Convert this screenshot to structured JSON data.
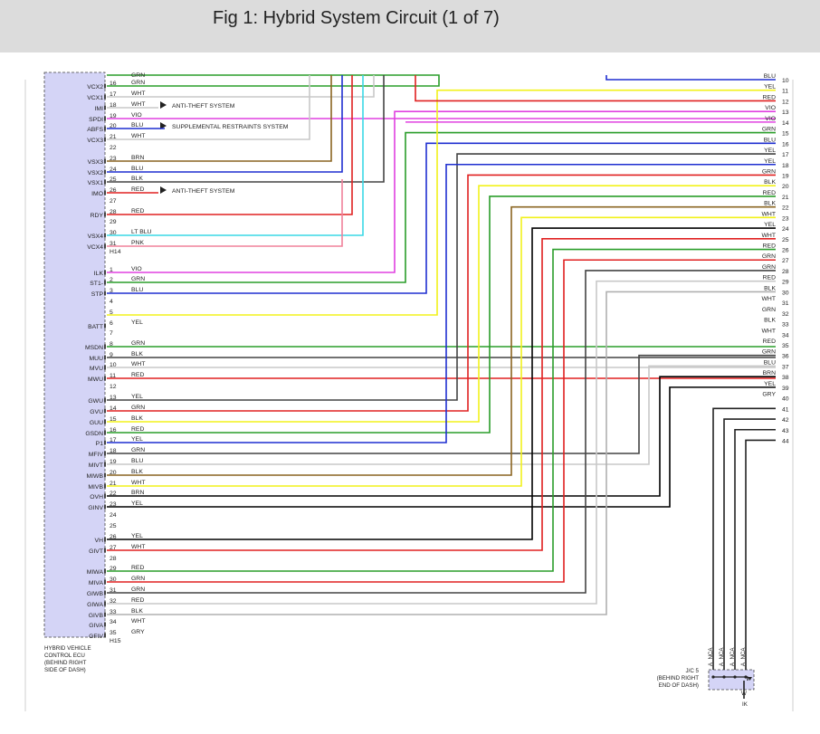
{
  "title": "Fig 1: Hybrid System Circuit (1 of 7)",
  "ecu": {
    "label_lines": [
      "HYBRID VEHICLE",
      "CONTROL ECU",
      "(BEHIND RIGHT",
      "SIDE OF DASH)"
    ],
    "connector_h14": "H14",
    "connector_h15": "H15"
  },
  "colors": {
    "GRN": "#2a9d2a",
    "WHT": "#c8c8c8",
    "VIO": "#e040e0",
    "BLU": "#1f2fd0",
    "BRN": "#8a6420",
    "BLK": "#444444",
    "RED": "#e02020",
    "LT BLU": "#3ad8e6",
    "PNK": "#f0809a",
    "YEL": "#f2f21a",
    "GRY": "#b0b0b0"
  },
  "top_stubs": [
    "GRN"
  ],
  "pins": [
    {
      "n": "16",
      "name": "VCX2",
      "c": "GRN",
      "r": "L"
    },
    {
      "n": "17",
      "name": "VCX1",
      "c": "WHT",
      "r": "L"
    },
    {
      "n": "18",
      "name": "IMI",
      "c": "WHT",
      "r": "L"
    },
    {
      "n": "19",
      "name": "SPDI",
      "c": "VIO",
      "r": "R",
      "rc": "13"
    },
    {
      "n": "20",
      "name": "ABFS",
      "c": "BLU",
      "r": "L"
    },
    {
      "n": "21",
      "name": "VCX3",
      "c": "WHT",
      "r": "L"
    },
    {
      "n": "22",
      "name": "",
      "c": "",
      "r": ""
    },
    {
      "n": "23",
      "name": "VSX3",
      "c": "BRN",
      "r": "L"
    },
    {
      "n": "24",
      "name": "VSX2",
      "c": "BLU",
      "r": "L"
    },
    {
      "n": "25",
      "name": "VSX1",
      "c": "BLK",
      "r": "L"
    },
    {
      "n": "26",
      "name": "IMO",
      "c": "RED",
      "r": "L"
    },
    {
      "n": "27",
      "name": "",
      "c": "",
      "r": ""
    },
    {
      "n": "28",
      "name": "RDY",
      "c": "RED",
      "r": "L"
    },
    {
      "n": "29",
      "name": "",
      "c": "",
      "r": ""
    },
    {
      "n": "30",
      "name": "VSX4",
      "c": "LT BLU",
      "r": "L"
    },
    {
      "n": "31",
      "name": "VCX4",
      "c": "PNK",
      "r": "L"
    },
    {
      "n": "1",
      "name": "ILK",
      "c": "VIO",
      "r": "L"
    },
    {
      "n": "2",
      "name": "ST1-",
      "c": "GRN",
      "r": "L"
    },
    {
      "n": "3",
      "name": "STP",
      "c": "BLU",
      "r": "L"
    },
    {
      "n": "4",
      "name": "",
      "c": "",
      "r": ""
    },
    {
      "n": "5",
      "name": "",
      "c": "",
      "r": ""
    },
    {
      "n": "6",
      "name": "BATT",
      "c": "YEL",
      "r": "L"
    },
    {
      "n": "7",
      "name": "",
      "c": "",
      "r": ""
    },
    {
      "n": "8",
      "name": "MSDN",
      "c": "GRN",
      "r": "R",
      "rc": "32"
    },
    {
      "n": "9",
      "name": "MUU",
      "c": "BLK",
      "r": "R",
      "rc": "33"
    },
    {
      "n": "10",
      "name": "MVU",
      "c": "WHT",
      "r": "R",
      "rc": "34"
    },
    {
      "n": "11",
      "name": "MWU",
      "c": "RED",
      "r": "R",
      "rc": "35"
    },
    {
      "n": "12",
      "name": "",
      "c": "",
      "r": ""
    },
    {
      "n": "13",
      "name": "GWU",
      "c": "YEL",
      "r": "L"
    },
    {
      "n": "14",
      "name": "GVU",
      "c": "GRN",
      "r": "L"
    },
    {
      "n": "15",
      "name": "GUU",
      "c": "BLK",
      "r": "L"
    },
    {
      "n": "16",
      "name": "GSDN",
      "c": "RED",
      "r": "L"
    },
    {
      "n": "17",
      "name": "P1",
      "c": "YEL",
      "r": "L"
    },
    {
      "n": "18",
      "name": "MFIV",
      "c": "GRN",
      "r": "L"
    },
    {
      "n": "19",
      "name": "MIVT",
      "c": "BLU",
      "r": "L"
    },
    {
      "n": "20",
      "name": "MIWB",
      "c": "BLK",
      "r": "L"
    },
    {
      "n": "21",
      "name": "MIVB",
      "c": "WHT",
      "r": "L"
    },
    {
      "n": "22",
      "name": "OVH",
      "c": "BRN",
      "r": "L"
    },
    {
      "n": "23",
      "name": "GINV",
      "c": "YEL",
      "r": "L"
    },
    {
      "n": "24",
      "name": "",
      "c": "",
      "r": ""
    },
    {
      "n": "25",
      "name": "",
      "c": "",
      "r": ""
    },
    {
      "n": "26",
      "name": "VH",
      "c": "YEL",
      "r": "L"
    },
    {
      "n": "27",
      "name": "GIVT",
      "c": "WHT",
      "r": "L"
    },
    {
      "n": "28",
      "name": "",
      "c": "",
      "r": ""
    },
    {
      "n": "29",
      "name": "MIWA",
      "c": "RED",
      "r": "L"
    },
    {
      "n": "30",
      "name": "MIVA",
      "c": "GRN",
      "r": "L"
    },
    {
      "n": "31",
      "name": "GIWB",
      "c": "GRN",
      "r": "L"
    },
    {
      "n": "32",
      "name": "GIWA",
      "c": "RED",
      "r": "L"
    },
    {
      "n": "33",
      "name": "GIVB",
      "c": "BLK",
      "r": "L"
    },
    {
      "n": "34",
      "name": "GIVA",
      "c": "WHT",
      "r": "L"
    },
    {
      "n": "35",
      "name": "GFIV",
      "c": "GRY",
      "r": "L"
    }
  ],
  "right_pins": [
    {
      "n": "10",
      "c": "BLU"
    },
    {
      "n": "11",
      "c": "YEL"
    },
    {
      "n": "12",
      "c": "RED"
    },
    {
      "n": "13",
      "c": "VIO"
    },
    {
      "n": "14",
      "c": "VIO"
    },
    {
      "n": "15",
      "c": "GRN"
    },
    {
      "n": "16",
      "c": "BLU"
    },
    {
      "n": "17",
      "c": "YEL"
    },
    {
      "n": "18",
      "c": "YEL"
    },
    {
      "n": "19",
      "c": "GRN"
    },
    {
      "n": "20",
      "c": "BLK"
    },
    {
      "n": "21",
      "c": "RED"
    },
    {
      "n": "22",
      "c": "BLK"
    },
    {
      "n": "23",
      "c": "WHT"
    },
    {
      "n": "24",
      "c": "YEL"
    },
    {
      "n": "25",
      "c": "WHT"
    },
    {
      "n": "26",
      "c": "RED"
    },
    {
      "n": "27",
      "c": "GRN"
    },
    {
      "n": "28",
      "c": "GRN"
    },
    {
      "n": "29",
      "c": "RED"
    },
    {
      "n": "30",
      "c": "BLK"
    },
    {
      "n": "31",
      "c": "WHT"
    },
    {
      "n": "32",
      "c": "GRN"
    },
    {
      "n": "33",
      "c": "BLK"
    },
    {
      "n": "34",
      "c": "WHT"
    },
    {
      "n": "35",
      "c": "RED"
    },
    {
      "n": "36",
      "c": "GRN"
    },
    {
      "n": "37",
      "c": "BLU"
    },
    {
      "n": "38",
      "c": "BRN"
    },
    {
      "n": "39",
      "c": "YEL"
    },
    {
      "n": "40",
      "c": "GRY"
    },
    {
      "n": "41",
      "c": "NCA"
    },
    {
      "n": "42",
      "c": "NCA"
    },
    {
      "n": "43",
      "c": "NCA"
    },
    {
      "n": "44",
      "c": "NCA"
    }
  ],
  "links": [
    {
      "from": "18",
      "to": "ANTI-THEFT SYSTEM"
    },
    {
      "from": "20",
      "to": "SUPPLEMENTAL RESTRAINTS SYSTEM"
    },
    {
      "from": "26",
      "to": "ANTI-THEFT SYSTEM"
    }
  ],
  "jc": {
    "label_lines": [
      "J/C 5",
      "(BEHIND RIGHT",
      "END OF DASH)"
    ],
    "wire_labels": [
      "NCA",
      "NCA",
      "NCA",
      "NCA"
    ],
    "pin_letter": "A",
    "ground_label": "IK",
    "ground_wire": "W"
  }
}
